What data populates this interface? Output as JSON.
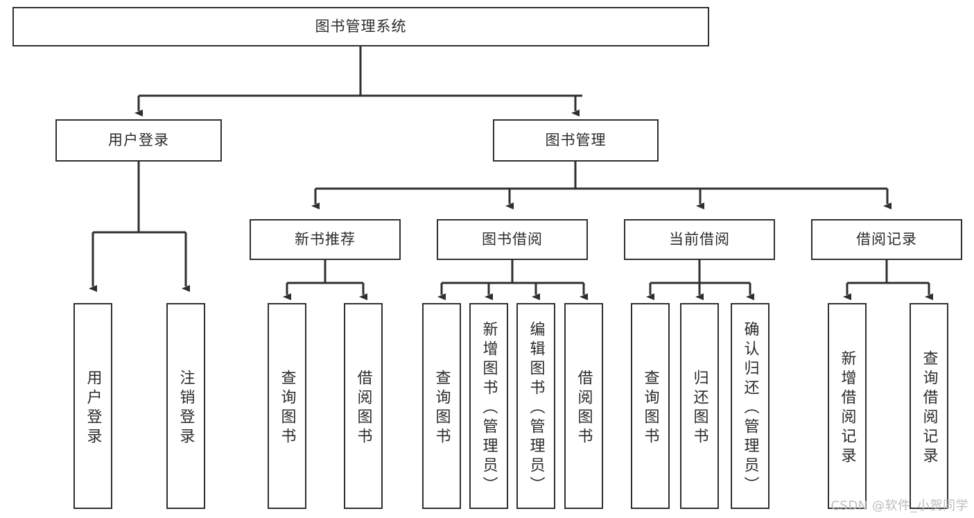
{
  "diagram": {
    "type": "tree-hierarchy-chart",
    "title": "图书管理系统",
    "colors": {
      "stroke": "#2f2f2f",
      "fill": "#ffffff",
      "text": "#2b2b2b",
      "watermark": "#bdbdbd"
    },
    "root": {
      "label": "图书管理系统"
    },
    "level2": [
      {
        "id": "user-login",
        "label": "用户登录"
      },
      {
        "id": "book-management",
        "label": "图书管理"
      }
    ],
    "level3": [
      {
        "id": "new-book-recommend",
        "label": "新书推荐",
        "parent": "book-management"
      },
      {
        "id": "book-borrow",
        "label": "图书借阅",
        "parent": "book-management"
      },
      {
        "id": "current-borrow",
        "label": "当前借阅",
        "parent": "book-management"
      },
      {
        "id": "borrow-record",
        "label": "借阅记录",
        "parent": "book-management"
      }
    ],
    "leaves": [
      {
        "id": "leaf-user-login",
        "label": "用户登录",
        "parent": "user-login"
      },
      {
        "id": "leaf-logout",
        "label": "注销登录",
        "parent": "user-login"
      },
      {
        "id": "leaf-query-book-1",
        "label": "查询图书",
        "parent": "new-book-recommend"
      },
      {
        "id": "leaf-borrow-book-1",
        "label": "借阅图书",
        "parent": "new-book-recommend"
      },
      {
        "id": "leaf-query-book-2",
        "label": "查询图书",
        "parent": "book-borrow"
      },
      {
        "id": "leaf-add-book",
        "label": "新增图书（管理员）",
        "parent": "book-borrow"
      },
      {
        "id": "leaf-edit-book",
        "label": "编辑图书（管理员）",
        "parent": "book-borrow"
      },
      {
        "id": "leaf-borrow-book-2",
        "label": "借阅图书",
        "parent": "book-borrow"
      },
      {
        "id": "leaf-query-book-3",
        "label": "查询图书",
        "parent": "current-borrow"
      },
      {
        "id": "leaf-return-book",
        "label": "归还图书",
        "parent": "current-borrow"
      },
      {
        "id": "leaf-confirm-return",
        "label": "确认归还（管理员）",
        "parent": "current-borrow"
      },
      {
        "id": "leaf-add-record",
        "label": "新增借阅记录",
        "parent": "borrow-record"
      },
      {
        "id": "leaf-query-record",
        "label": "查询借阅记录",
        "parent": "borrow-record"
      }
    ]
  },
  "watermark": {
    "text": "CSDN @软件_小贺同学"
  }
}
